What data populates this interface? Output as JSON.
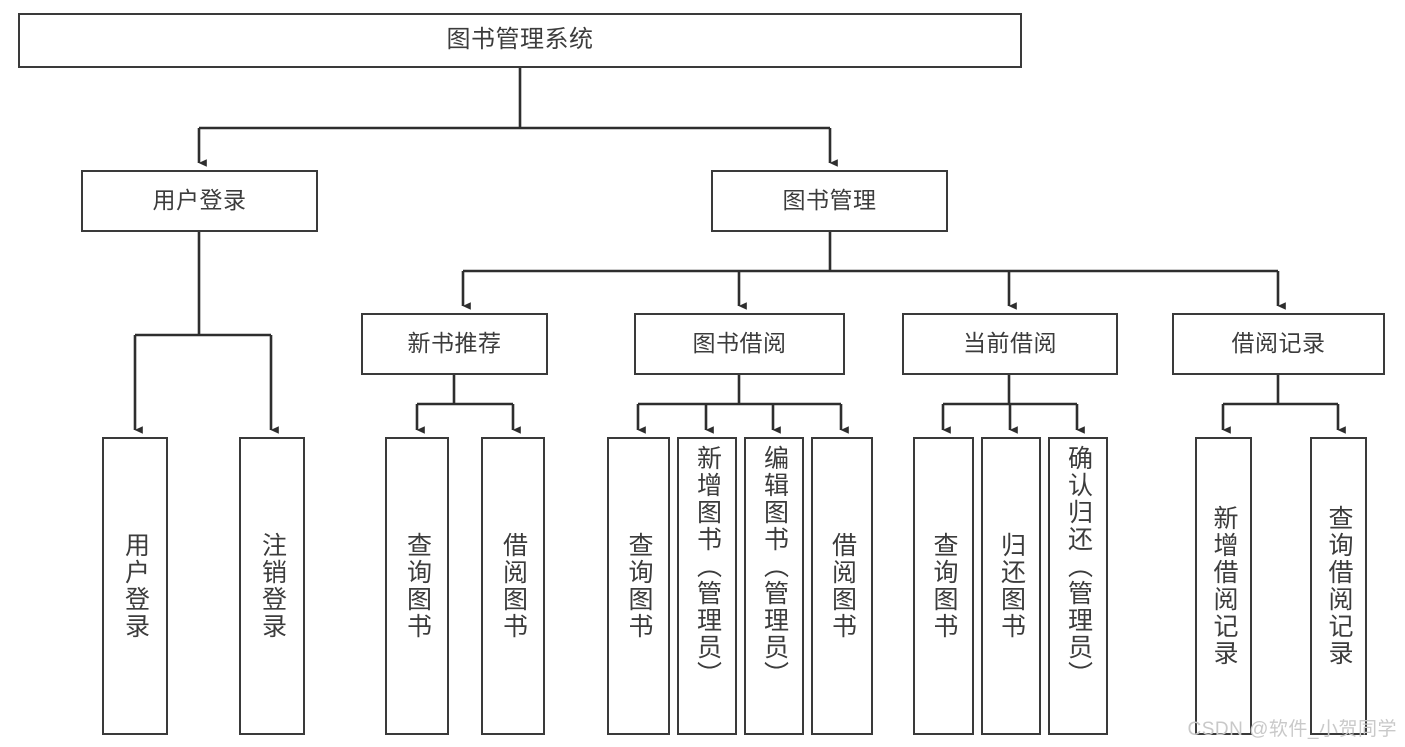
{
  "diagram": {
    "type": "tree-hierarchy",
    "title": "图书管理系统",
    "watermark": "CSDN @软件_小贺同学",
    "colors": {
      "box_border": "#3a3a3a",
      "box_fill": "#ffffff",
      "connector": "#2e2e2e",
      "text": "#3c3c3c",
      "watermark": "#c9c9c9"
    },
    "nodes": {
      "root": {
        "label": "图书管理系统"
      },
      "level1": [
        {
          "id": "user-login",
          "label": "用户登录"
        },
        {
          "id": "book-management",
          "label": "图书管理"
        }
      ],
      "level2": [
        {
          "id": "new-book-recommend",
          "label": "新书推荐"
        },
        {
          "id": "book-borrow",
          "label": "图书借阅"
        },
        {
          "id": "current-borrow",
          "label": "当前借阅"
        },
        {
          "id": "borrow-record",
          "label": "借阅记录"
        }
      ],
      "leaves": {
        "user-login": [
          {
            "id": "leaf-user-login",
            "label": "用户登录"
          },
          {
            "id": "leaf-logout-login",
            "label": "注销登录"
          }
        ],
        "new-book-recommend": [
          {
            "id": "leaf-query-book-1",
            "label": "查询图书"
          },
          {
            "id": "leaf-borrow-book-1",
            "label": "借阅图书"
          }
        ],
        "book-borrow": [
          {
            "id": "leaf-query-book-2",
            "label": "查询图书"
          },
          {
            "id": "leaf-add-book",
            "label": "新增图书（管理员）"
          },
          {
            "id": "leaf-edit-book",
            "label": "编辑图书（管理员）"
          },
          {
            "id": "leaf-borrow-book-2",
            "label": "借阅图书"
          }
        ],
        "current-borrow": [
          {
            "id": "leaf-query-book-3",
            "label": "查询图书"
          },
          {
            "id": "leaf-return-book",
            "label": "归还图书"
          },
          {
            "id": "leaf-confirm-return",
            "label": "确认归还（管理员）"
          }
        ],
        "borrow-record": [
          {
            "id": "leaf-add-record",
            "label": "新增借阅记录"
          },
          {
            "id": "leaf-query-record",
            "label": "查询借阅记录"
          }
        ]
      }
    }
  }
}
